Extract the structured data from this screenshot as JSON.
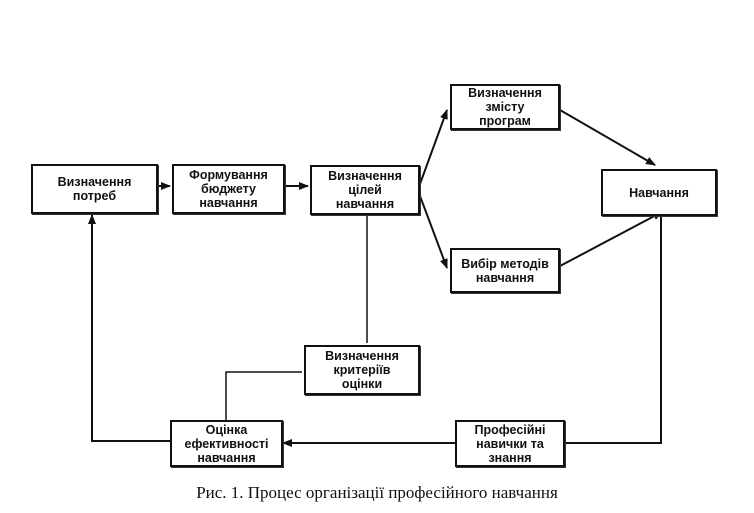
{
  "nodes": {
    "needs": "Визначення\nпотреб",
    "budget": "Формування\nбюджету\nнавчання",
    "goals": "Визначення\nцілей\nнавчання",
    "content": "Визначення\nзмісту\nпрограм",
    "methods": "Вибір методів\nнавчання",
    "training": "Навчання",
    "criteria": "Визначення\nкритеріїв\nоцінки",
    "evaluation": "Оцінка\nефективності\nнавчання",
    "skills": "Професійні\nнавички та\nзнання"
  },
  "caption": "Рис. 1. Процес організації професійного навчання",
  "colors": {
    "stroke": "#111111",
    "background": "#ffffff"
  }
}
